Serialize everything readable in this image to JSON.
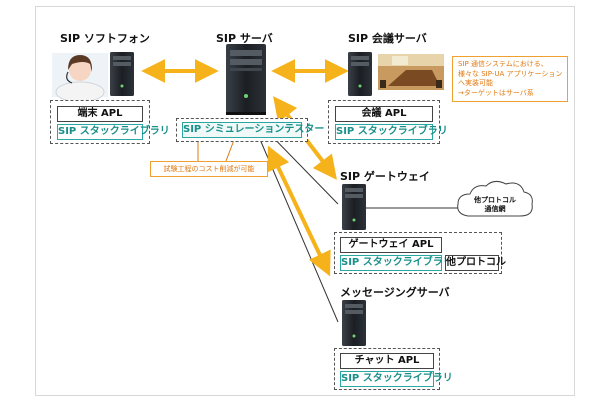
{
  "nodes": {
    "softphone": {
      "title": "SIP ソフトフォン",
      "apl": "端末 APL",
      "stack": "SIP スタックライブラリ"
    },
    "server": {
      "title": "SIP サーバ",
      "sim": "SIP シミュレーションテスター"
    },
    "conference": {
      "title": "SIP 会議サーバ",
      "apl": "会議 APL",
      "stack": "SIP スタックライブラリ"
    },
    "gateway": {
      "title": "SIP ゲートウェイ",
      "apl": "ゲートウェイ APL",
      "stack": "SIP スタックライブラリ",
      "other_protocol": "他プロトコル"
    },
    "messaging": {
      "title": "メッセージングサーバ",
      "apl": "チャット APL",
      "stack": "SIP スタックライブラリ"
    }
  },
  "cloud": {
    "line1": "他プロトコル",
    "line2": "通信網"
  },
  "notes": {
    "cost": "試験工程のコスト削減が可能",
    "ua": {
      "line1": "SIP 通信システムにおける、",
      "line2": "様々な SIP-UA アプリケーション",
      "line3": "へ実装可能",
      "line4": "→ターゲットはサーバ系"
    }
  },
  "colors": {
    "arrow": "#f5b21a",
    "line": "#333333",
    "teal": "#2aa7a0",
    "orange": "#e07810",
    "server_body": "#1e2228"
  }
}
